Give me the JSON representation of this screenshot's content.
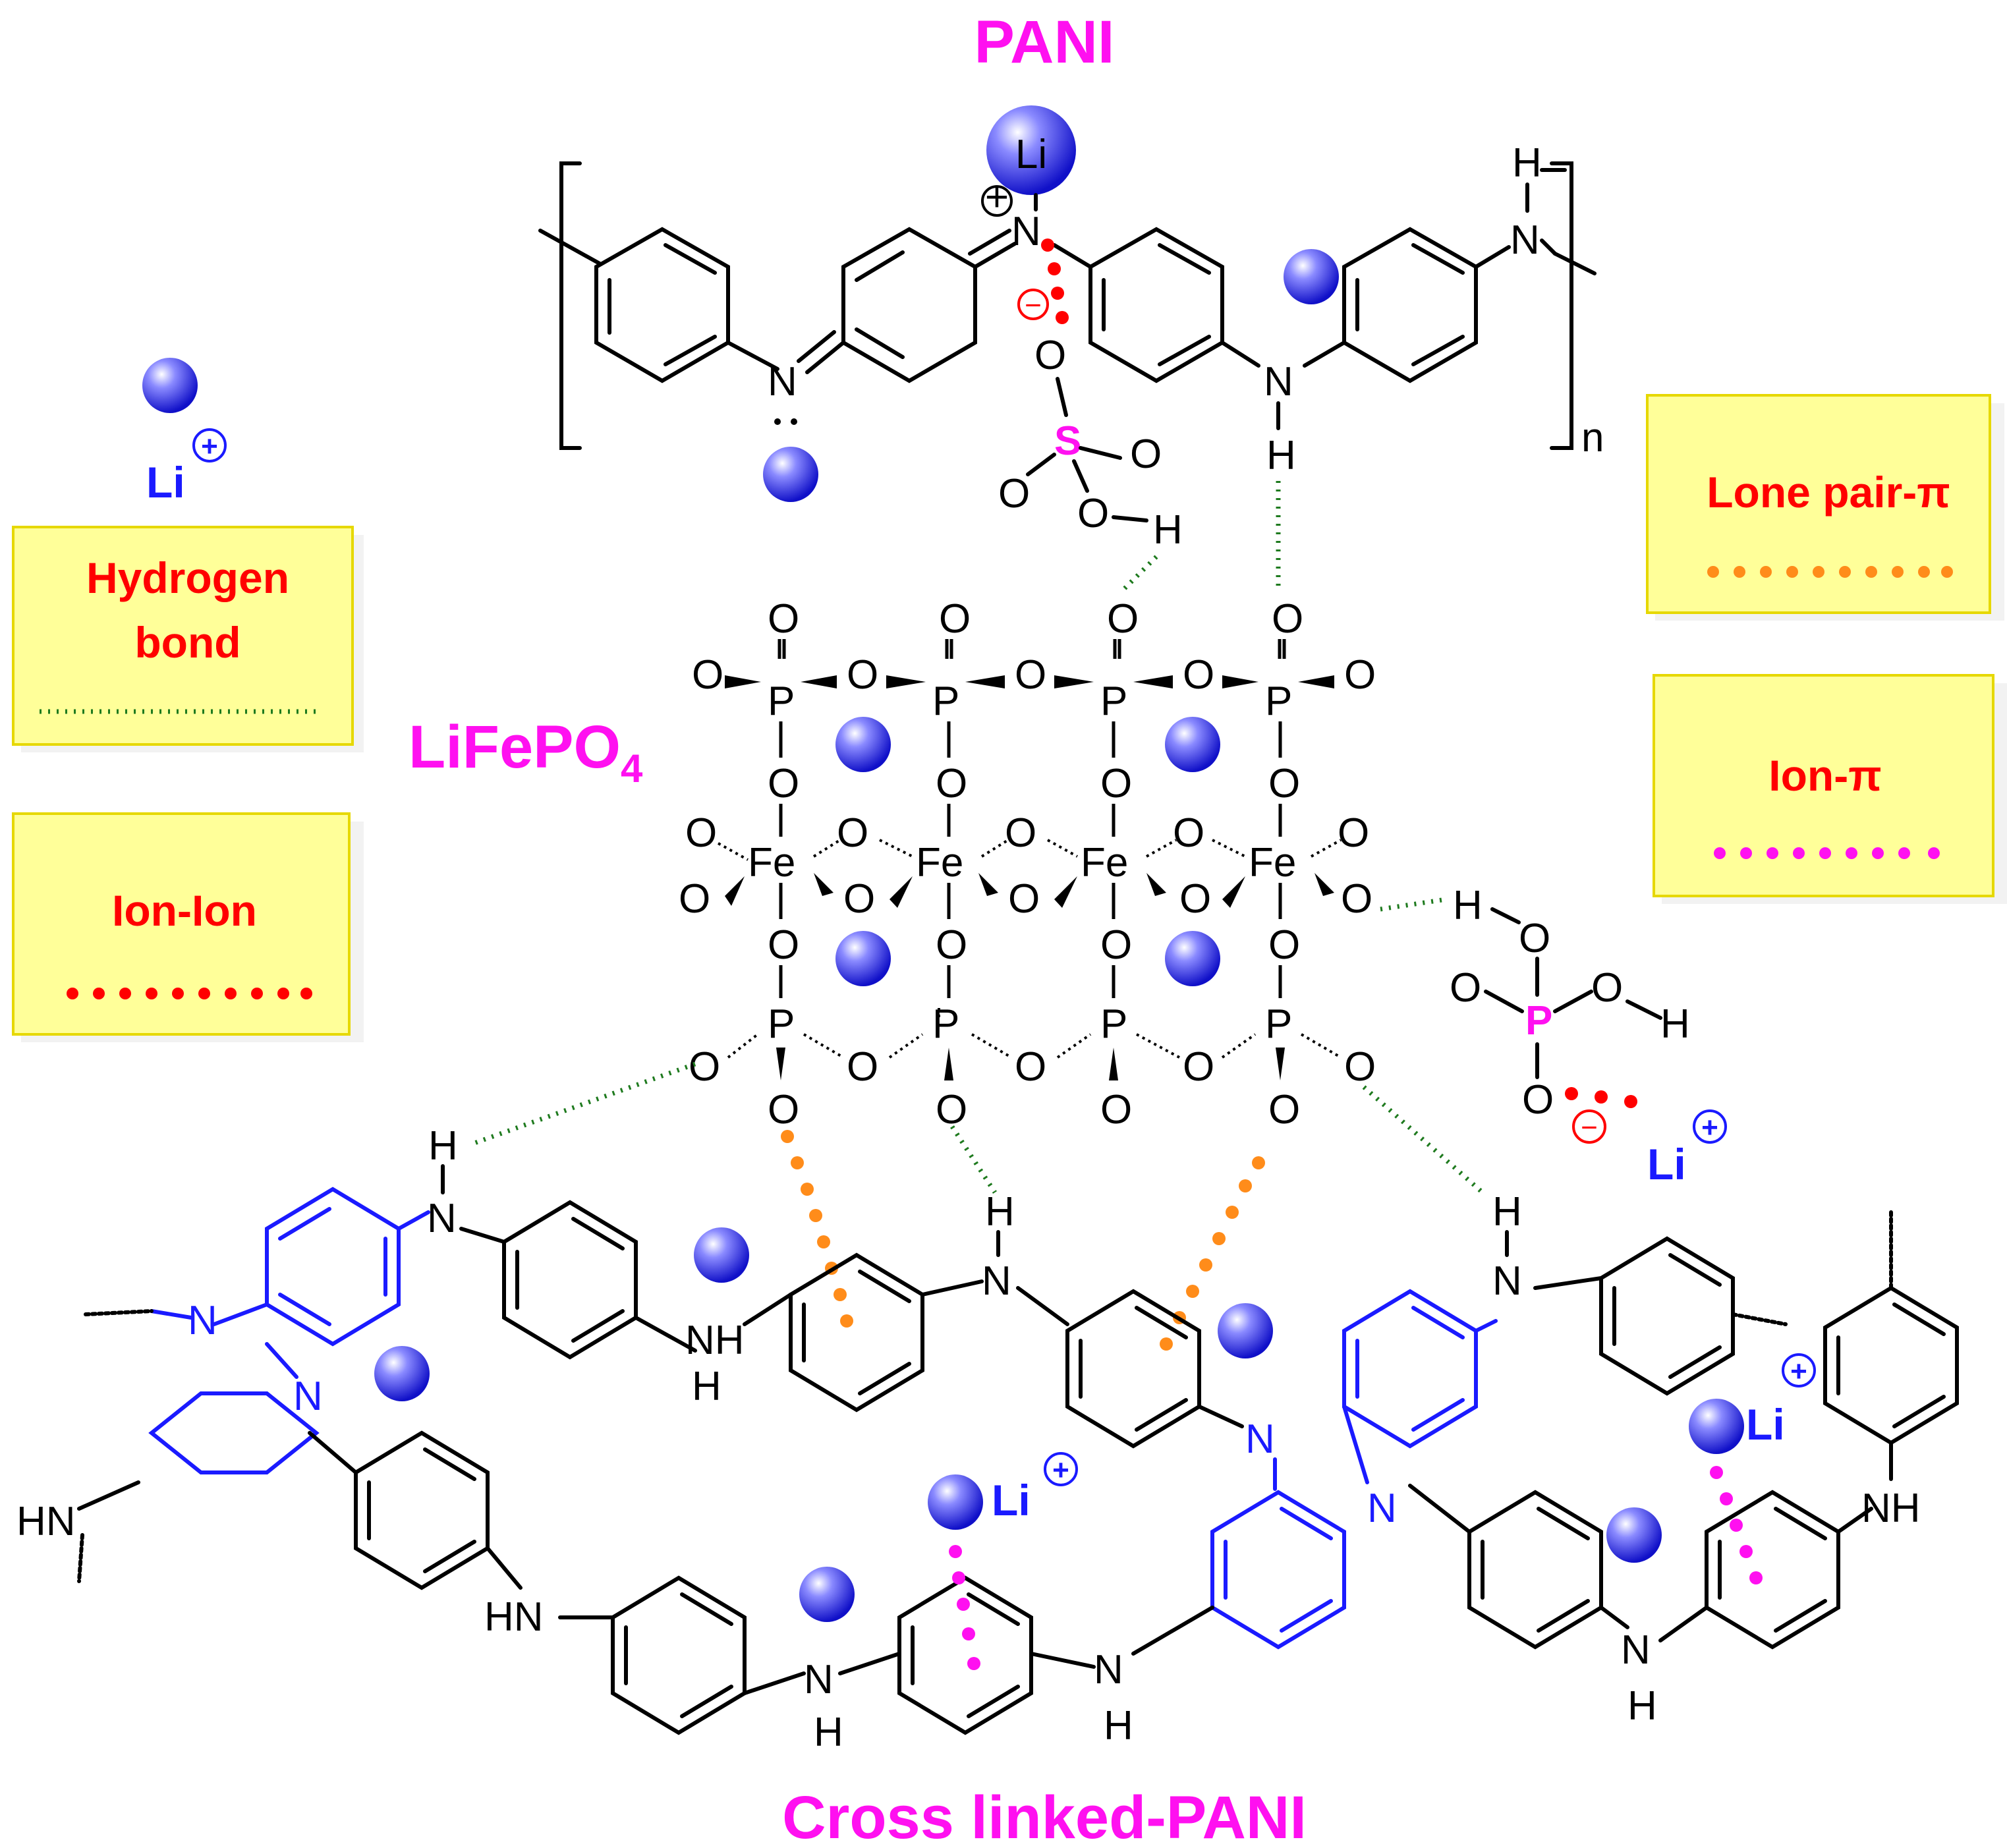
{
  "titles": {
    "top": "PANI",
    "middle_main": "LiFePO",
    "middle_sub": "4",
    "bottom": "Cross linked-PANI"
  },
  "legend": {
    "hydrogen_bond_line1": "Hydrogen",
    "hydrogen_bond_line2": "bond",
    "ion_ion": "Ion-Ion",
    "lone_pair": "Lone pair-π",
    "ion_pi": "Ion-π"
  },
  "ions": {
    "li": "Li",
    "plus": "+",
    "minus": "−"
  },
  "atoms": {
    "P": "P",
    "O": "O",
    "Fe": "Fe",
    "S": "S",
    "N": "N",
    "H": "H",
    "NH": "NH",
    "HN": "HN",
    "n": "n"
  },
  "colors": {
    "magenta": "#ff10f0",
    "red": "#ff0000",
    "blue": "#1a1aff",
    "green": "#1e7a1e",
    "orange": "#ff8c1a",
    "legend_fill": "#ffff99"
  }
}
